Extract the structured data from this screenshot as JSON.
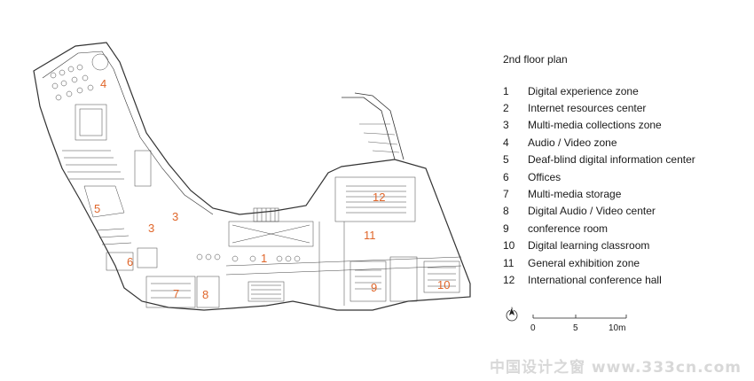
{
  "legend": {
    "title": "2nd floor plan",
    "items": [
      {
        "num": "1",
        "label": "Digital experience zone"
      },
      {
        "num": "2",
        "label": "Internet resources center"
      },
      {
        "num": "3",
        "label": "Multi-media collections zone"
      },
      {
        "num": "4",
        "label": "Audio / Video zone"
      },
      {
        "num": "5",
        "label": "Deaf-blind digital information center"
      },
      {
        "num": "6",
        "label": "Offices"
      },
      {
        "num": "7",
        "label": "Multi-media storage"
      },
      {
        "num": "8",
        "label": "Digital Audio / Video center"
      },
      {
        "num": "9",
        "label": "conference room"
      },
      {
        "num": "10",
        "label": "Digital learning classroom"
      },
      {
        "num": "11",
        "label": "General exhibition zone"
      },
      {
        "num": "12",
        "label": "International conference hall"
      }
    ]
  },
  "plan_labels": {
    "z1": "1",
    "z3a": "3",
    "z3b": "3",
    "z4": "4",
    "z5": "5",
    "z6": "6",
    "z7": "7",
    "z8": "8",
    "z9": "9",
    "z10": "10",
    "z11": "11",
    "z12": "12"
  },
  "north_arrow": {
    "letter": "N"
  },
  "scale": {
    "label_0": "0",
    "label_5": "5",
    "label_10": "10m"
  },
  "watermark": "中国设计之窗 www.333cn.com",
  "colors": {
    "zone_label": "#e0662a",
    "linework": "#333333"
  }
}
